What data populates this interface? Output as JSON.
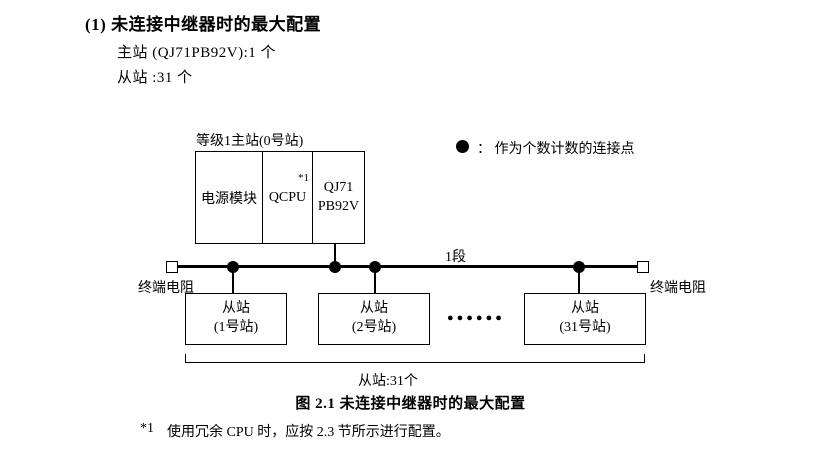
{
  "header": {
    "title": "(1) 未连接中继器时的最大配置",
    "line_master": "主站 (QJ71PB92V):1 个",
    "line_slave": "从站 :31 个"
  },
  "diagram": {
    "master": {
      "label": "等级1主站(0号站)",
      "note": "*1",
      "cells": [
        {
          "label": "电源模块"
        },
        {
          "label": "QCPU"
        },
        {
          "line1": "QJ71",
          "line2": "PB92V"
        }
      ]
    },
    "legend": {
      "colon": "：",
      "text": "作为个数计数的连接点"
    },
    "segment_label": "1段",
    "terminator_left": "终端电阻",
    "terminator_right": "终端电阻",
    "slaves": [
      {
        "name": "从站",
        "station": "(1号站)"
      },
      {
        "name": "从站",
        "station": "(2号站)"
      },
      {
        "name": "从站",
        "station": "(31号站)"
      }
    ],
    "ellipsis": "●●●●●●",
    "count_label": "从站:31个"
  },
  "caption": "图 2.1  未连接中继器时的最大配置",
  "footnote": {
    "marker": "*1",
    "text": "使用冗余 CPU 时，应按 2.3 节所示进行配置。"
  }
}
